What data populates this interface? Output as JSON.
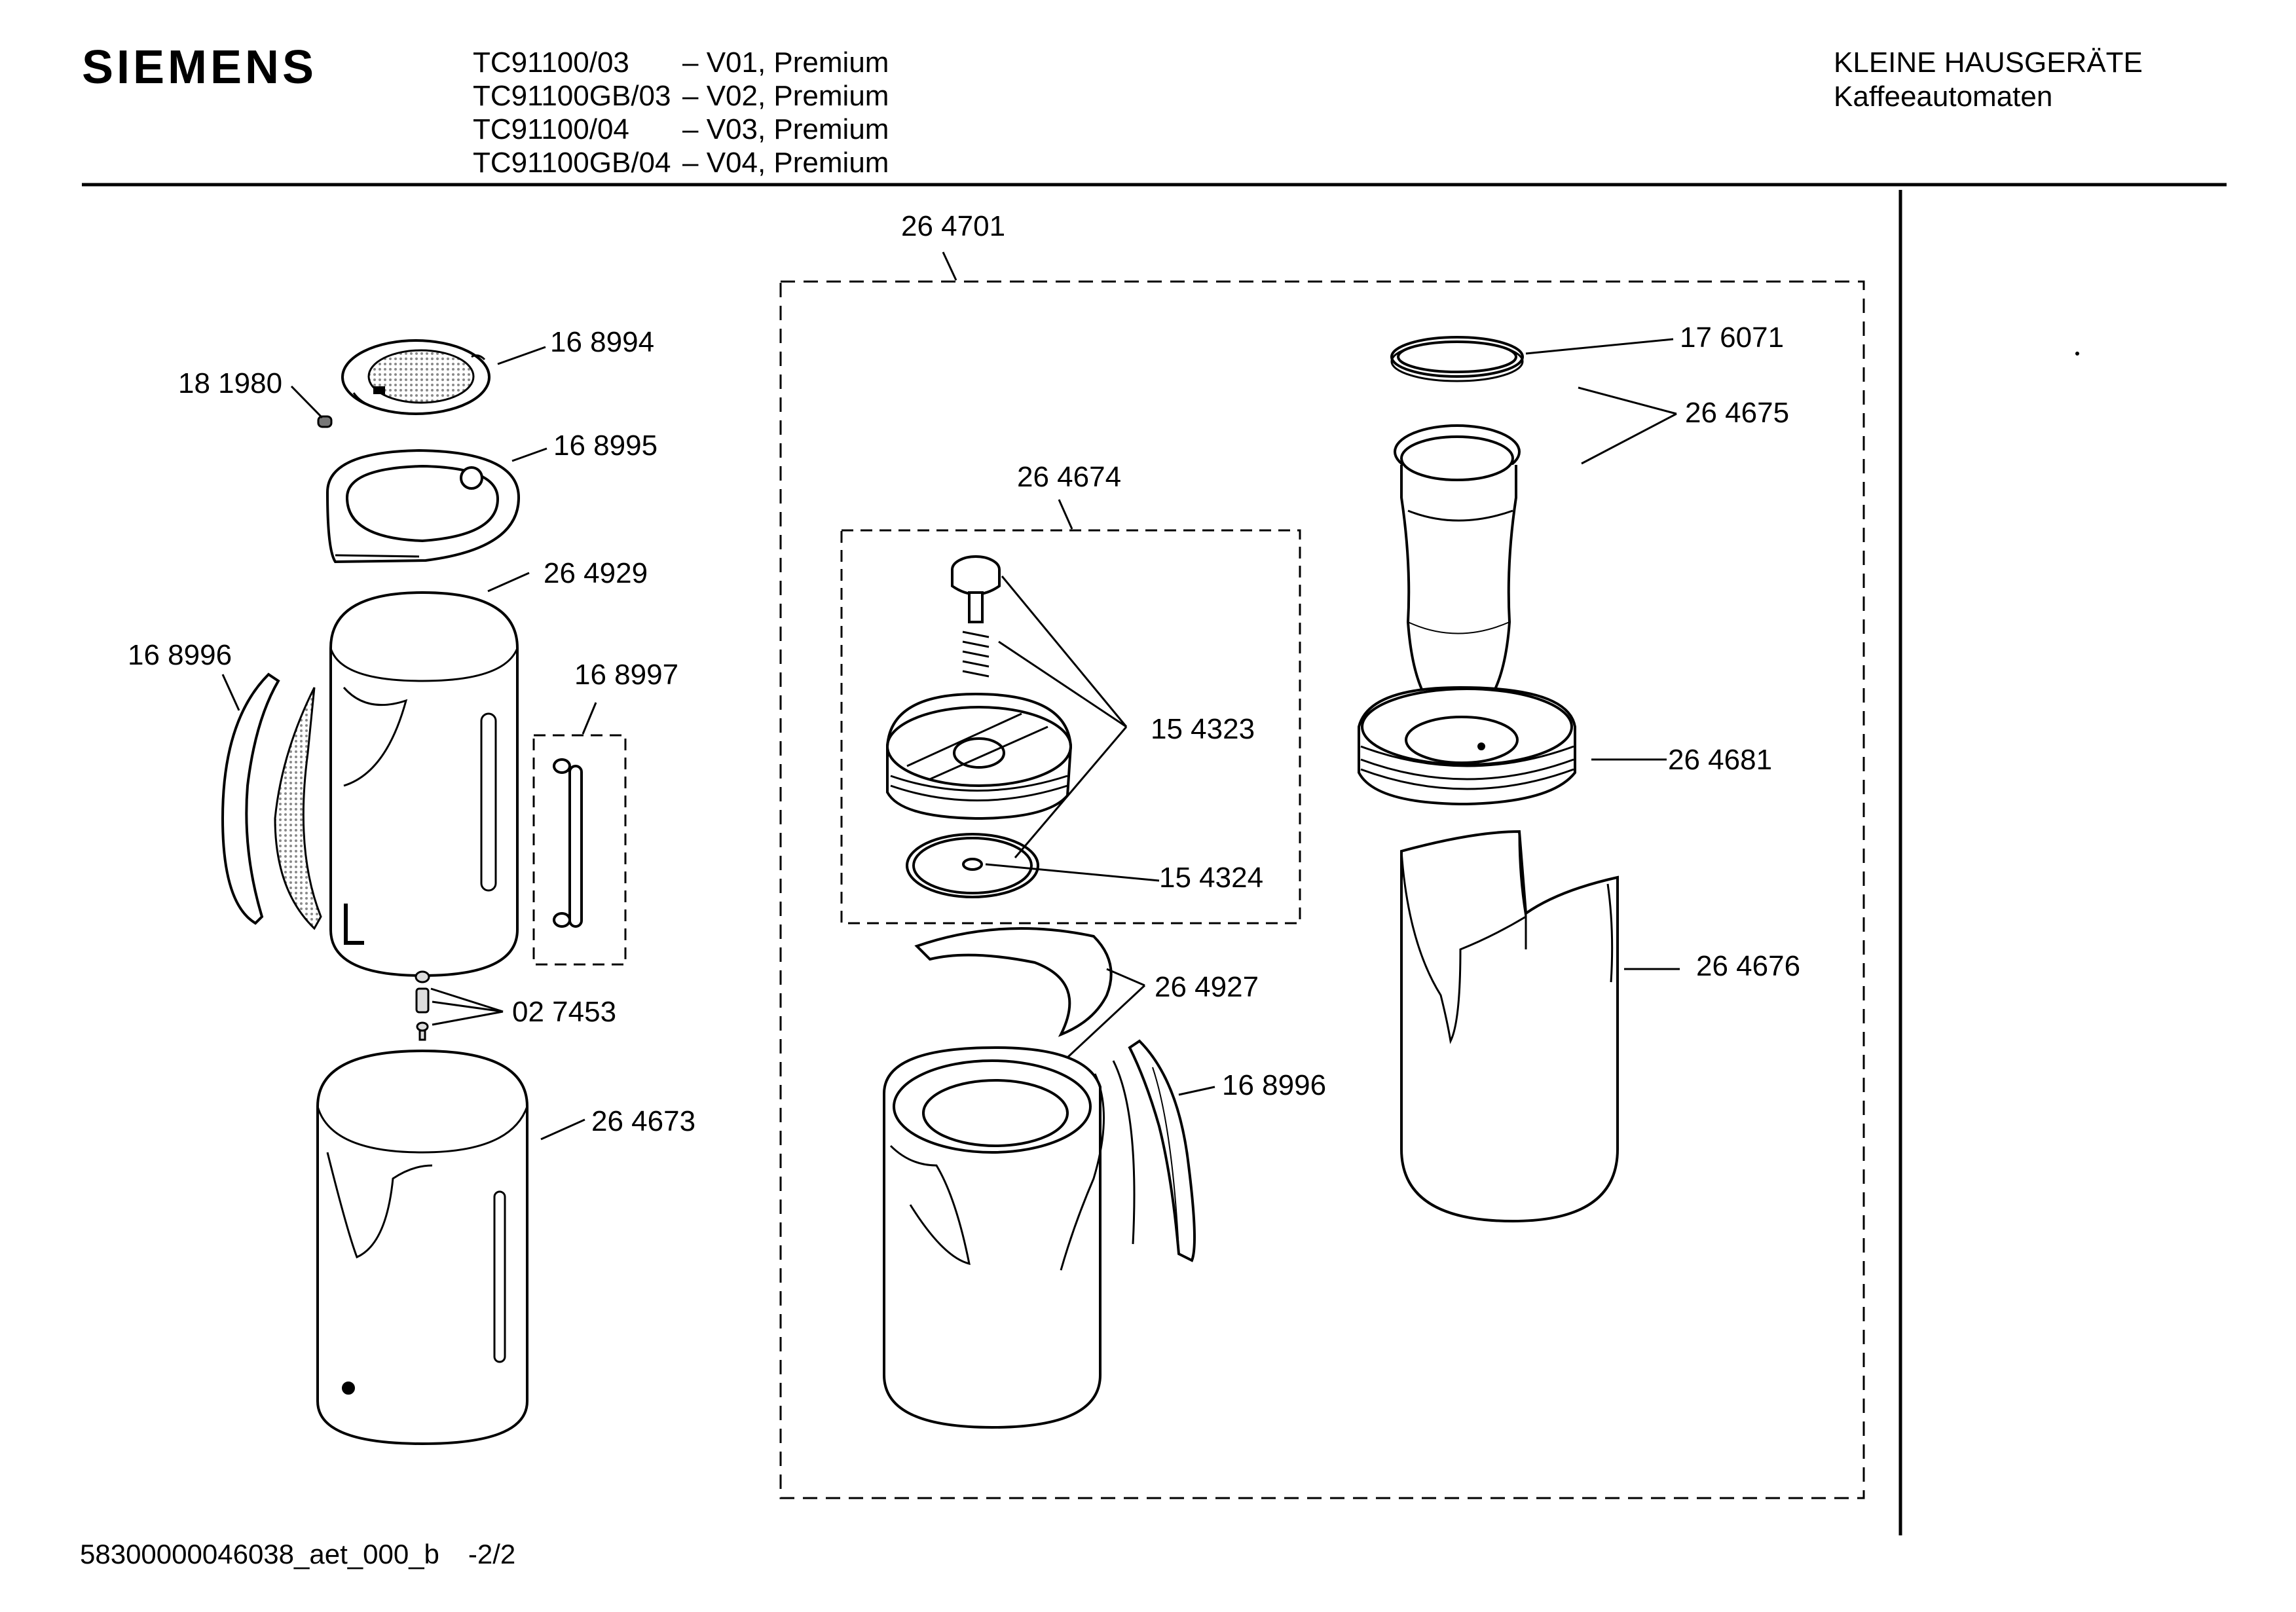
{
  "header": {
    "brand": "SIEMENS",
    "models": [
      {
        "code": "TC91100/03",
        "variant": "– V01, Premium"
      },
      {
        "code": "TC91100GB/03",
        "variant": "– V02, Premium"
      },
      {
        "code": "TC91100/04",
        "variant": "– V03, Premium"
      },
      {
        "code": "TC91100GB/04",
        "variant": "– V04, Premium"
      }
    ],
    "category": "KLEINE HAUSGERÄTE",
    "subcategory": "Kaffeeautomaten"
  },
  "parts": {
    "group_outer": "26 4701",
    "group_inner": "26 4674",
    "p181980": "18 1980",
    "p168994": "16 8994",
    "p168995": "16 8995",
    "p264929": "26 4929",
    "p168996_left": "16 8996",
    "p168997": "16 8997",
    "p027453": "02 7453",
    "p264673": "26 4673",
    "p154323": "15 4323",
    "p154324": "15 4324",
    "p264927": "26 4927",
    "p168996_right": "16 8996",
    "p176071": "17 6071",
    "p264675": "26 4675",
    "p264681": "26 4681",
    "p264676": "26 4676"
  },
  "footer": {
    "doc_id": "58300000046038_aet_000_b",
    "page": "-2/2"
  },
  "colors": {
    "line": "#000000",
    "background": "#ffffff",
    "mesh": "#c8c8c8"
  }
}
